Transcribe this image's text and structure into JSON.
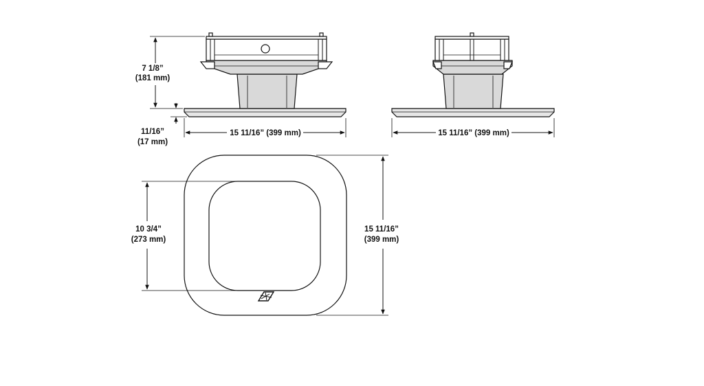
{
  "dimensions": {
    "height_in": "7 1/8”",
    "height_mm": "(181 mm)",
    "thickness_in": "11/16”",
    "thickness_mm": "(17 mm)",
    "front_width": "15 11/16” (399 mm)",
    "side_width": "15 11/16” (399 mm)",
    "inner_in": "10 3/4”",
    "inner_mm": "(273 mm)",
    "outer_in": "15 11/16”",
    "outer_mm": "(399 mm)"
  },
  "colors": {
    "line": "#111111",
    "shade": "#d9d9d9",
    "tray": "#e6e6e6"
  },
  "icons": {
    "logo": "brand-logo-icon"
  }
}
